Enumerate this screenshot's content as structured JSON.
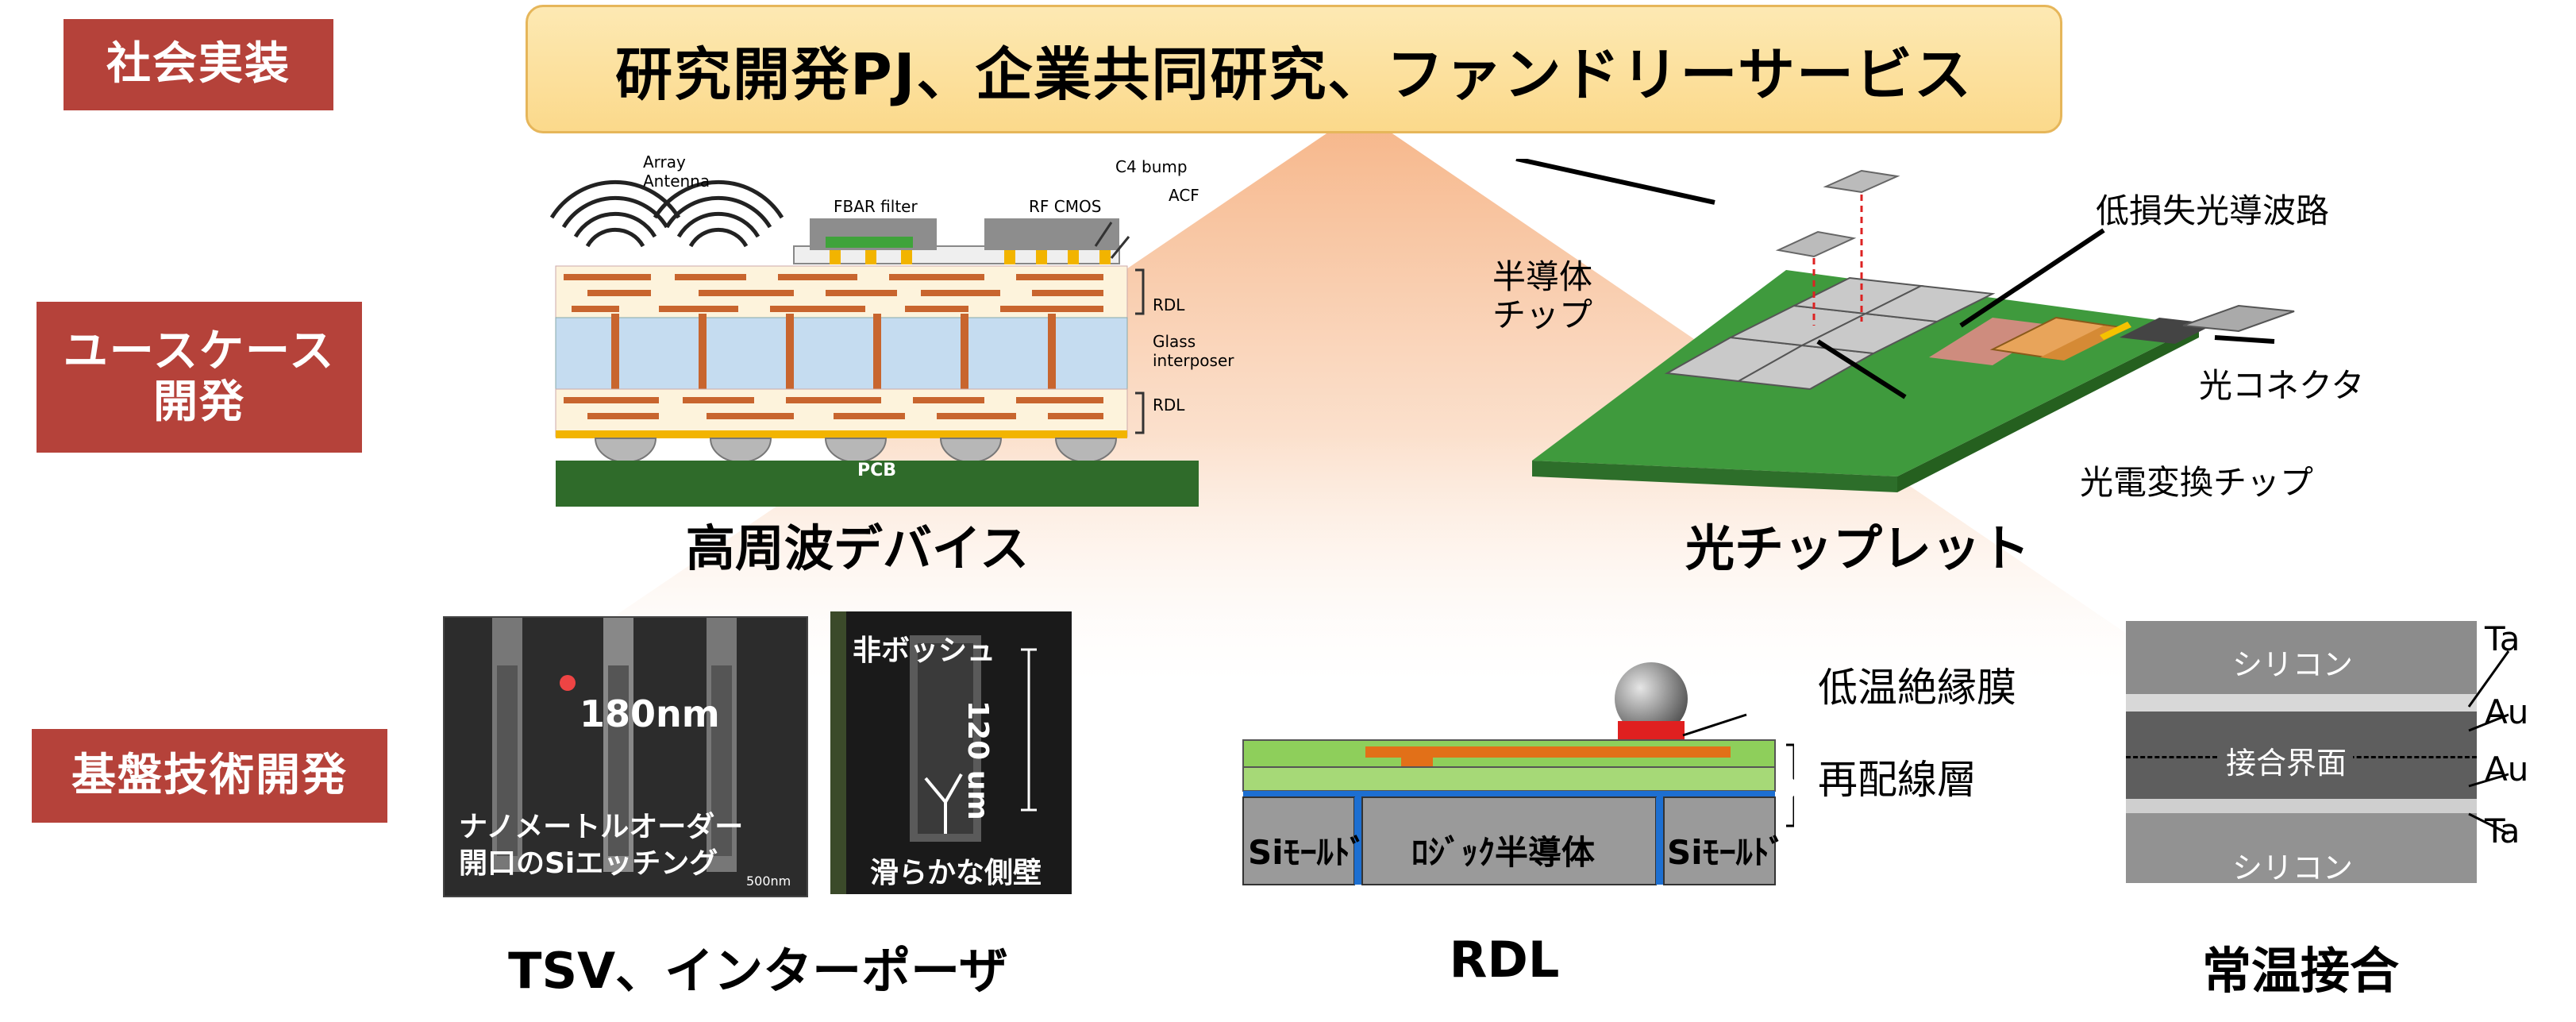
{
  "tags": {
    "social": "社会実装",
    "usecase": "ユースケース\n開発",
    "base": "基盤技術開発"
  },
  "banner": "研究開発PJ、企業共同研究、ファンドリーサービス",
  "rf": {
    "caption": "高周波デバイス",
    "array_antenna": "Array\nAntenna",
    "fbar": "FBAR filter",
    "rfcmos": "RF CMOS",
    "c4": "C4 bump",
    "acf": "ACF",
    "rdl_top": "RDL",
    "glass": "Glass\ninterposer",
    "rdl_bottom": "RDL",
    "pcb": "PCB"
  },
  "optical": {
    "caption": "光チップレット",
    "semi_chip": "半導体\nチップ",
    "waveguide": "低損失光導波路",
    "connector": "光コネクタ",
    "converter": "光電変換チップ"
  },
  "tsv": {
    "caption": "TSV、インターポーザ",
    "dimension": "180nm",
    "desc1": "ナノメートルオーダー",
    "desc2": "開口のSiエッチング",
    "scale": "500nm",
    "non_bosch": "非ボッシュ",
    "depth": "120 um",
    "smooth": "滑らかな側壁"
  },
  "rdl": {
    "caption": "RDL",
    "insulator": "低温絶縁膜",
    "rewiring": "再配線層",
    "si_mold_left": "Siﾓｰﾙﾄﾞ",
    "logic": "ﾛｼﾞｯｸ半導体",
    "si_mold_right": "Siﾓｰﾙﾄﾞ"
  },
  "bond": {
    "caption": "常温接合",
    "silicon_top": "シリコン",
    "interface": "接合界面",
    "silicon_bottom": "シリコン",
    "ta_top": "Ta",
    "au_top": "Au",
    "au_bottom": "Au",
    "ta_bottom": "Ta"
  }
}
